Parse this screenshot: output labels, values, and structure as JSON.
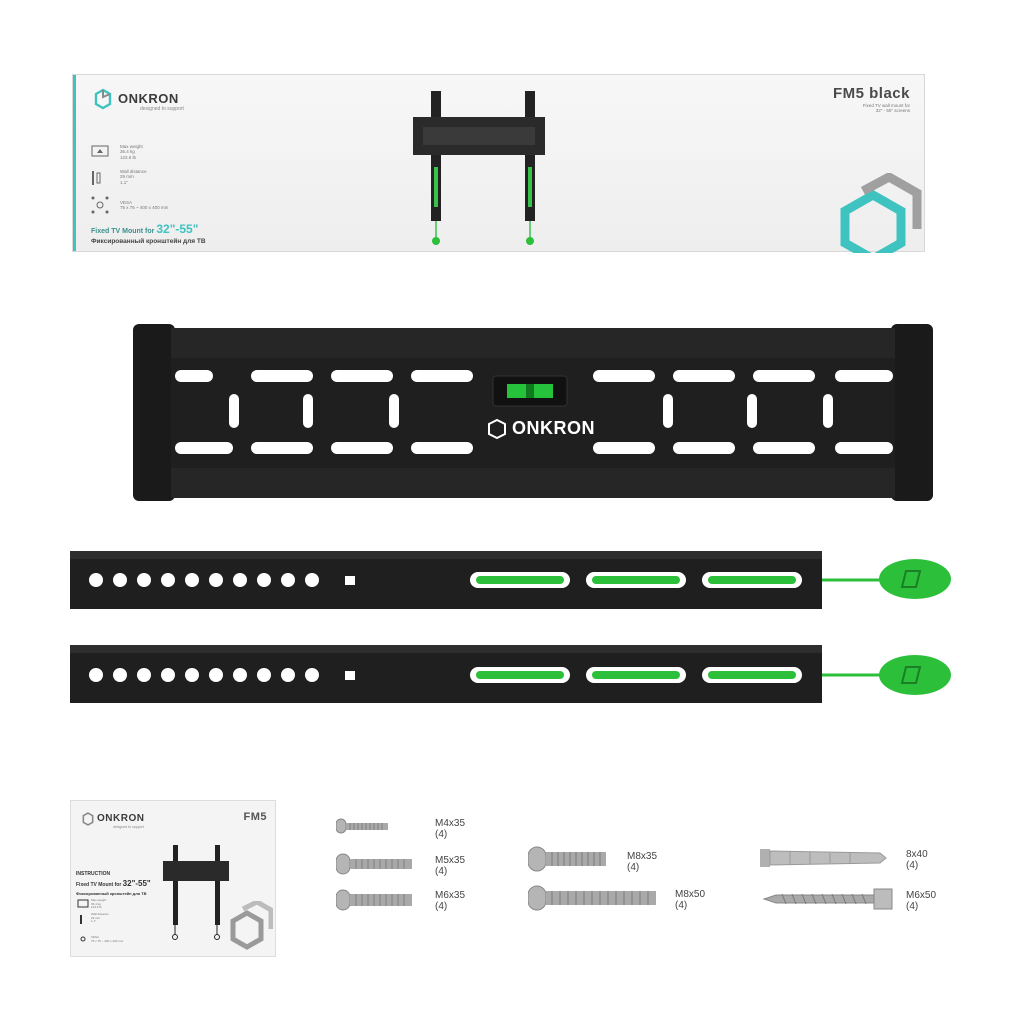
{
  "box": {
    "brand": "ONKRON",
    "tagline": "designed to support",
    "model": "FM5 black",
    "subtitle_line1": "Fixed TV wall mount for",
    "subtitle_line2": "32\" - 55\" screens",
    "spec_weight_title": "Max weight",
    "spec_weight_v1": "36.4 kg",
    "spec_weight_v2": "123.6 lb",
    "spec_dist_title": "Wall distance",
    "spec_dist_v1": "29 mm",
    "spec_dist_v2": "1.1\"",
    "spec_vesa_title": "VESA",
    "spec_vesa_v": "75 x 75 ~ 400 x 400 mm",
    "fixed_label": "Fixed TV Mount for",
    "size_range": "32\"-55\"",
    "russian": "Фиксированный кронштейн для ТВ"
  },
  "plate": {
    "brand": "ONKRON"
  },
  "manual": {
    "brand": "ONKRON",
    "tagline": "designed to support",
    "model": "FM5",
    "instruction": "INSTRUCTION",
    "fixed_label": "Fixed TV Mount for",
    "size_range": "32\"-55\"",
    "russian": "Фиксированный кронштейн для ТВ",
    "spec_weight_title": "Max weight",
    "spec_weight_v1": "36.4 kg",
    "spec_weight_v2": "123.6 lb",
    "spec_dist_title": "Wall distance",
    "spec_dist_v1": "29 mm",
    "spec_dist_v2": "1.1\"",
    "spec_vesa_title": "VESA",
    "spec_vesa_v": "75 x 75 ~ 400 x 400 mm"
  },
  "hardware": [
    {
      "size": "M4x35",
      "qty": "(4)"
    },
    {
      "size": "M5x35",
      "qty": "(4)"
    },
    {
      "size": "M6x35",
      "qty": "(4)"
    },
    {
      "size": "M8x35",
      "qty": "(4)"
    },
    {
      "size": "M8x50",
      "qty": "(4)"
    },
    {
      "size": "8x40",
      "qty": "(4)"
    },
    {
      "size": "M6x50",
      "qty": "(4)"
    }
  ],
  "colors": {
    "teal": "#3ec3c0",
    "green": "#2bbf3a",
    "metal": "#1f1f1f"
  }
}
